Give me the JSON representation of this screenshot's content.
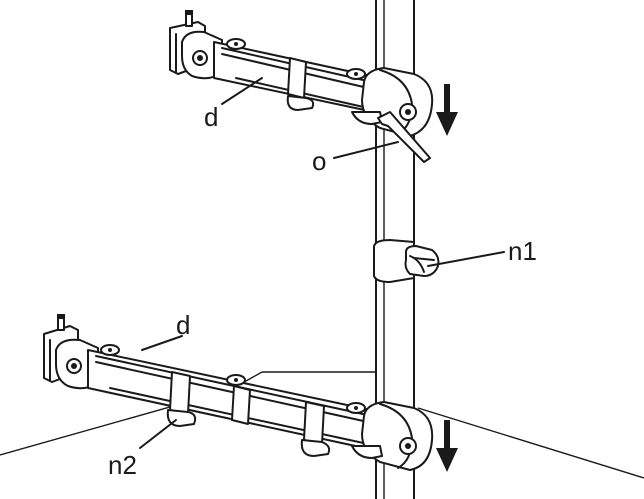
{
  "labels": {
    "arm_top": "d",
    "arm_bottom": "d",
    "hex_key": "o",
    "clamp_collar": "n1",
    "cable_clip": "n2"
  },
  "icons": {
    "direction_top": "down-arrow-icon",
    "direction_bottom": "down-arrow-icon"
  }
}
